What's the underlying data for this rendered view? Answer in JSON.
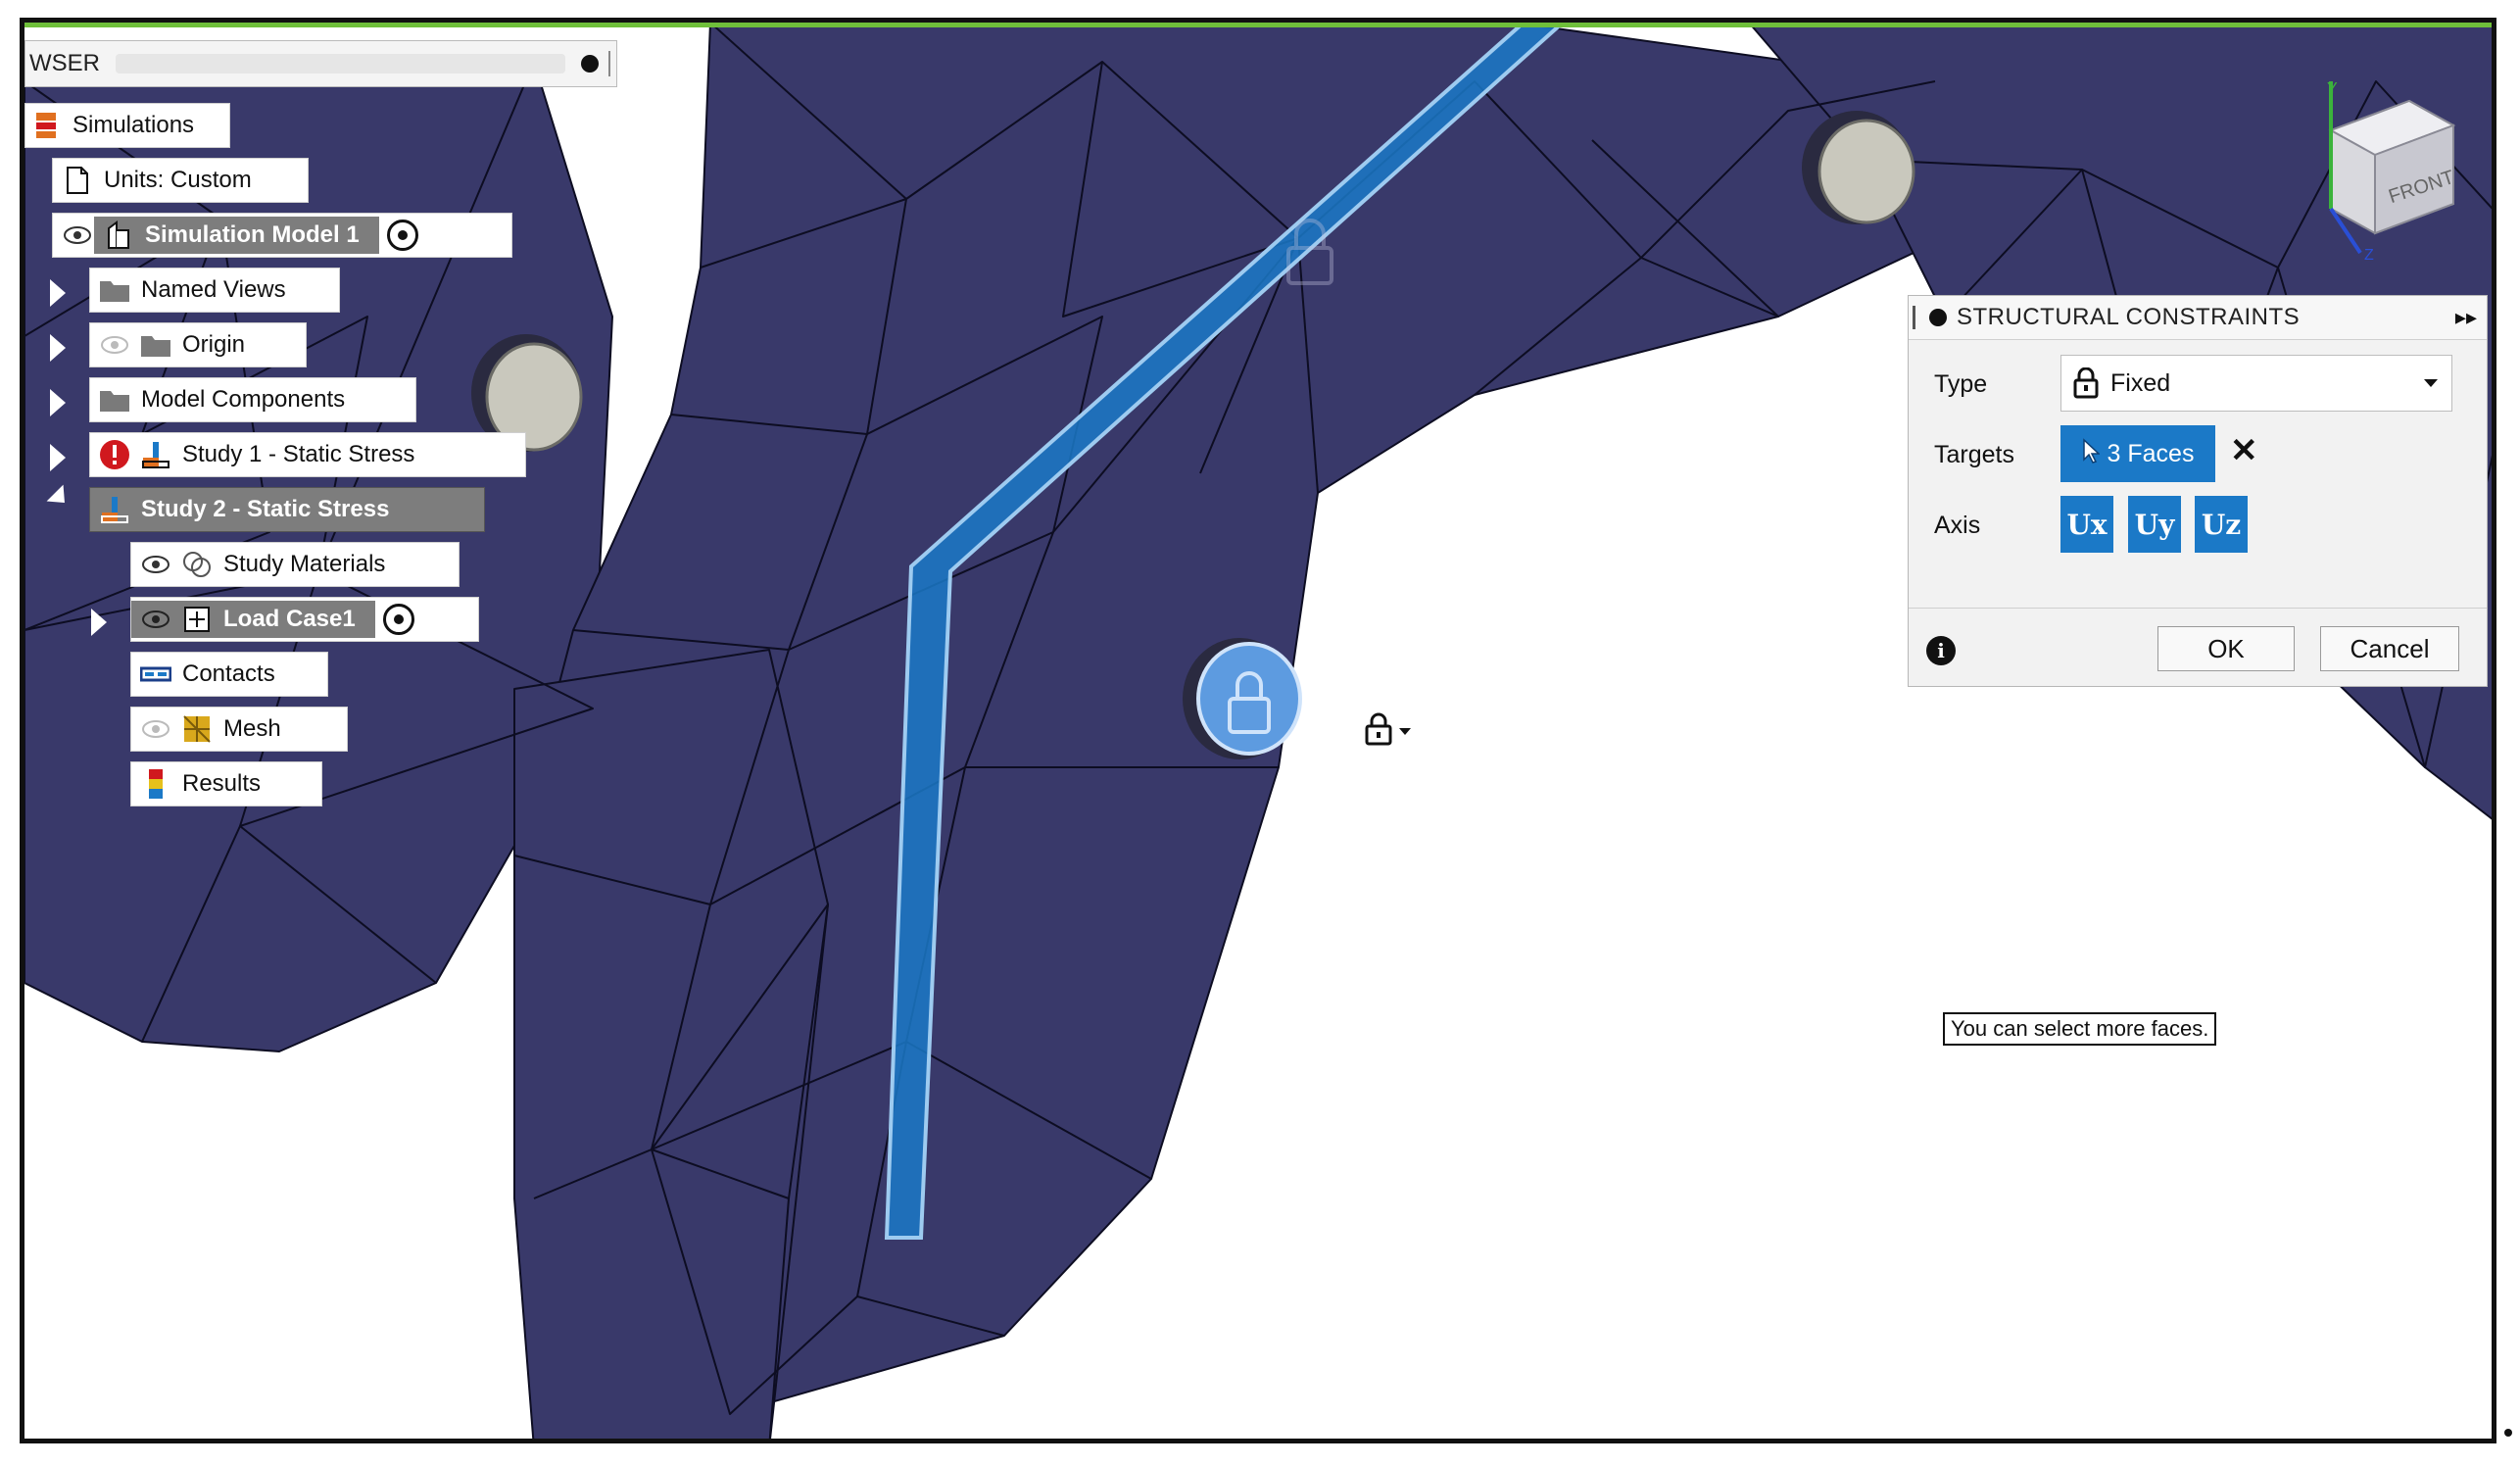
{
  "browser": {
    "title": "WSER",
    "nodes": {
      "simulations": "Simulations",
      "units": "Units: Custom",
      "simulation_model": "Simulation Model 1",
      "named_views": "Named Views",
      "origin": "Origin",
      "model_components": "Model Components",
      "study1": "Study 1 - Static Stress",
      "study2": "Study 2 - Static Stress",
      "study_materials": "Study Materials",
      "load_case": "Load Case1",
      "contacts": "Contacts",
      "mesh": "Mesh",
      "results": "Results"
    }
  },
  "dialog": {
    "title": "STRUCTURAL CONSTRAINTS",
    "type_label": "Type",
    "type_value": "Fixed",
    "targets_label": "Targets",
    "targets_value": "3 Faces",
    "axis_label": "Axis",
    "axis_buttons": [
      "Ux",
      "Uy",
      "Uz"
    ],
    "ok": "OK",
    "cancel": "Cancel"
  },
  "hint": "You can select more faces.",
  "viewcube": {
    "face": "FRONT",
    "y_axis": "Y",
    "z_axis": "Z"
  },
  "colors": {
    "mesh_fill": "#39396a",
    "mesh_edge": "#0d0d22",
    "selection_blue": "#1b79c7",
    "status_error": "#d0181e"
  }
}
